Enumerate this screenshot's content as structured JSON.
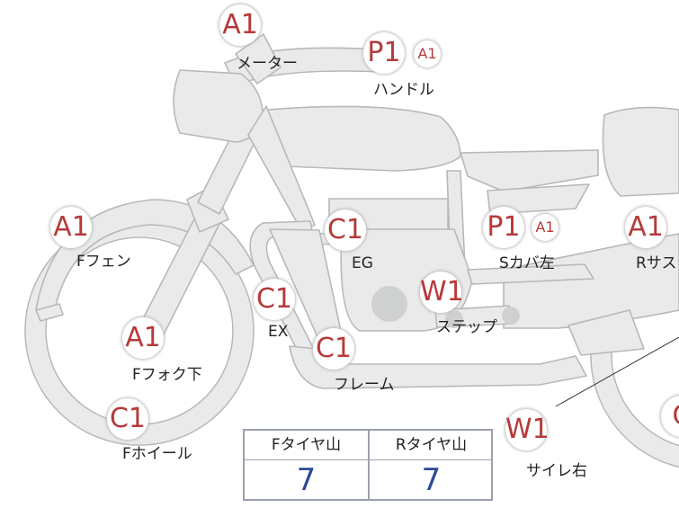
{
  "markers": {
    "meter": {
      "code": "A1",
      "label": "メーター"
    },
    "handle": {
      "code": "P1",
      "sub": "A1",
      "label": "ハンドル"
    },
    "f_fender": {
      "code": "A1",
      "label": "Fフェン"
    },
    "eg": {
      "code": "C1",
      "label": "EG"
    },
    "s_cover": {
      "code": "P1",
      "sub": "A1",
      "label": "Sカバ左"
    },
    "r_suspension": {
      "code": "A1",
      "label": "Rサス"
    },
    "ex": {
      "code": "C1",
      "label": "EX"
    },
    "step": {
      "code": "W1",
      "label": "ステップ"
    },
    "f_fork": {
      "code": "A1",
      "label": "Fフォク下"
    },
    "frame": {
      "code": "C1",
      "label": "フレーム"
    },
    "f_wheel": {
      "code": "C1",
      "label": "Fホイール"
    },
    "silencer": {
      "code": "W1",
      "label": "サイレ右"
    },
    "r_edge": {
      "code": "C"
    }
  },
  "tire_table": {
    "front_label": "Fタイヤ山",
    "rear_label": "Rタイヤ山",
    "front_value": "7",
    "rear_value": "7",
    "border_color": "#9aa0ad",
    "value_color": "#2b4a93"
  },
  "colors": {
    "part_fill": "#e9eae9",
    "part_stroke": "#b7b9b8",
    "code_text": "#b53a3a"
  }
}
